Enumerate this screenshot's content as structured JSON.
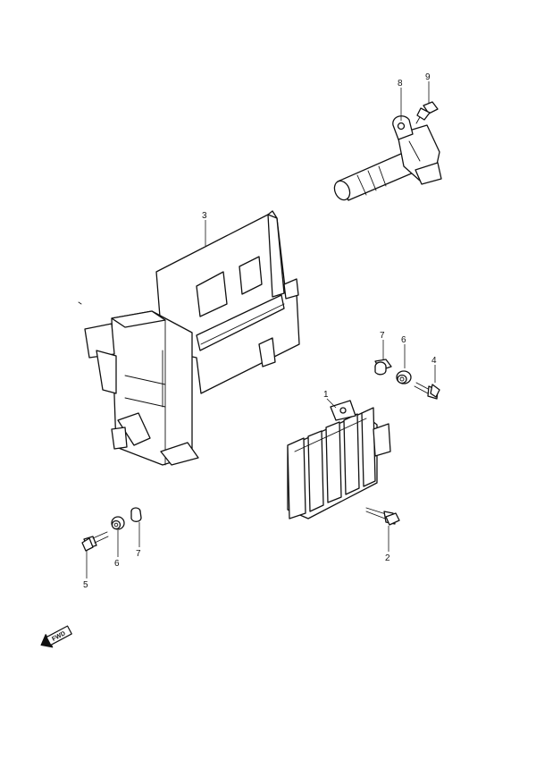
{
  "callouts": {
    "c1": "1",
    "c2": "2",
    "c3": "3",
    "c4": "4",
    "c5": "5",
    "c6a": "6",
    "c6b": "6",
    "c7a": "7",
    "c7b": "7",
    "c8": "8",
    "c9": "9"
  },
  "direction_marker": "FWD",
  "colors": {
    "line": "#111111",
    "background": "#ffffff"
  }
}
